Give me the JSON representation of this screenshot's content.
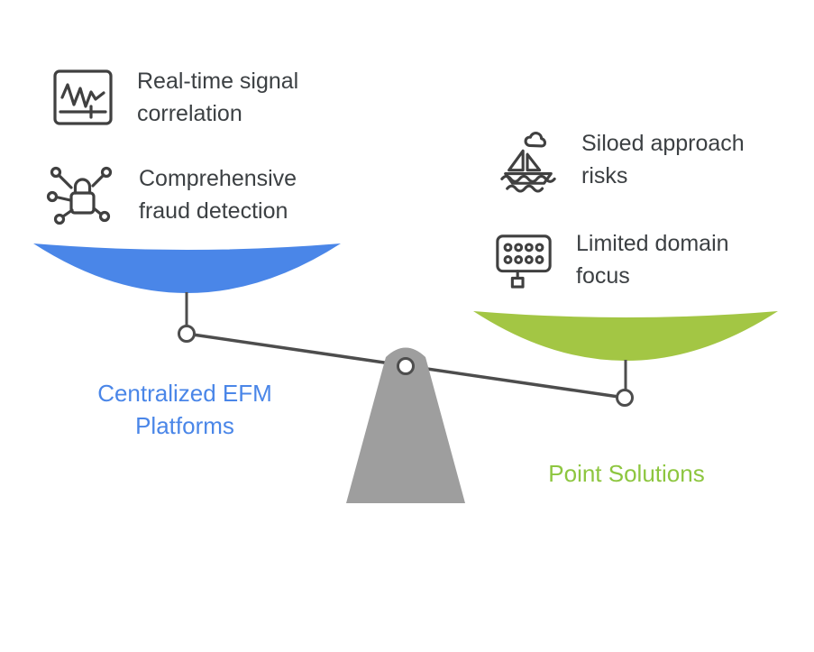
{
  "diagram": {
    "type": "balance-scale-comparison",
    "left": {
      "label": "Centralized EFM Platforms",
      "label_lines": [
        "Centralized EFM",
        "Platforms"
      ],
      "label_color": "#4A86E8",
      "pan_color": "#4A86E8",
      "items": [
        {
          "icon": "waveform-monitor-icon",
          "text": "Real-time signal correlation",
          "lines": [
            "Real-time signal",
            "correlation"
          ]
        },
        {
          "icon": "network-lock-icon",
          "text": "Comprehensive fraud detection",
          "lines": [
            "Comprehensive",
            "fraud detection"
          ]
        }
      ]
    },
    "right": {
      "label": "Point Solutions",
      "label_color": "#8DC63F",
      "pan_color": "#A3C644",
      "items": [
        {
          "icon": "boat-icon",
          "text": "Siloed approach risks",
          "lines": [
            "Siloed approach",
            "risks"
          ]
        },
        {
          "icon": "panel-grid-icon",
          "text": "Limited domain focus",
          "lines": [
            "Limited domain",
            "focus"
          ]
        }
      ]
    },
    "colors": {
      "fulcrum": "#9E9E9E",
      "line": "#4D4D4D",
      "item_text": "#3C4043",
      "icon_stroke": "#404040",
      "background": "#FFFFFF"
    }
  }
}
